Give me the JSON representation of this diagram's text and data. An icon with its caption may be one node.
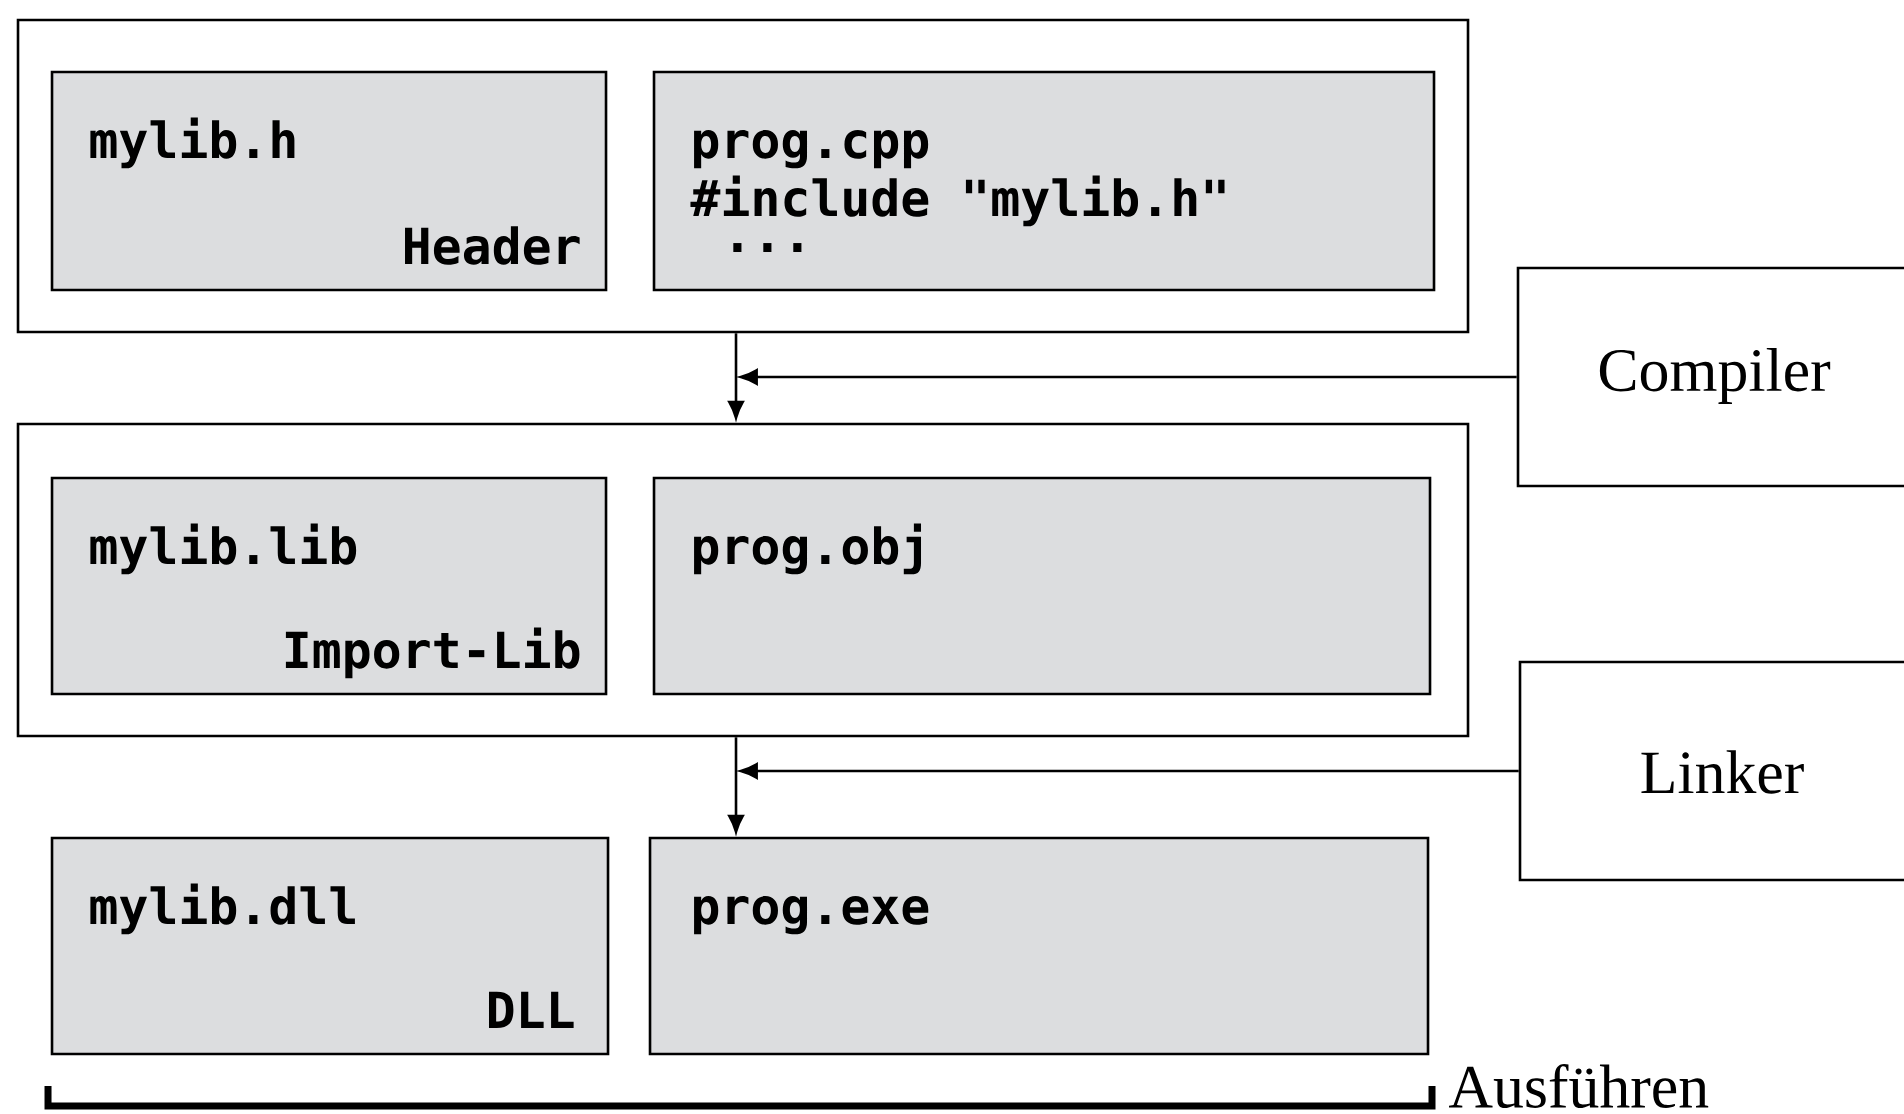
{
  "diagram": {
    "nodes": [
      {
        "text": [],
        "shape": "box"
      },
      {
        "text": [
          "mylib.h",
          "Header"
        ],
        "in": 0
      },
      {
        "text": [
          "prog.cpp",
          "#include \"mylib.h\"",
          "..."
        ],
        "in": 0
      },
      {
        "text": [
          "Compiler"
        ]
      },
      {
        "text": [],
        "shape": "box"
      },
      {
        "text": [
          "mylib.lib",
          "Import-Lib"
        ],
        "in": 4
      },
      {
        "text": [
          "prog.obj"
        ],
        "in": 4
      },
      {
        "text": [
          "Linker"
        ]
      },
      {
        "text": [
          "mylib.dll",
          "DLL"
        ]
      },
      {
        "text": [
          "prog.exe"
        ]
      }
    ],
    "edges": [
      {
        "from": 0,
        "to": 4,
        "arrow": "to"
      },
      {
        "from": 3,
        "to": 4,
        "arrow": "to"
      },
      {
        "from": 4,
        "to": 9,
        "arrow": "to"
      },
      {
        "from": 7,
        "to": 9,
        "arrow": "to"
      }
    ],
    "labels": [
      "Ausführen"
    ]
  }
}
